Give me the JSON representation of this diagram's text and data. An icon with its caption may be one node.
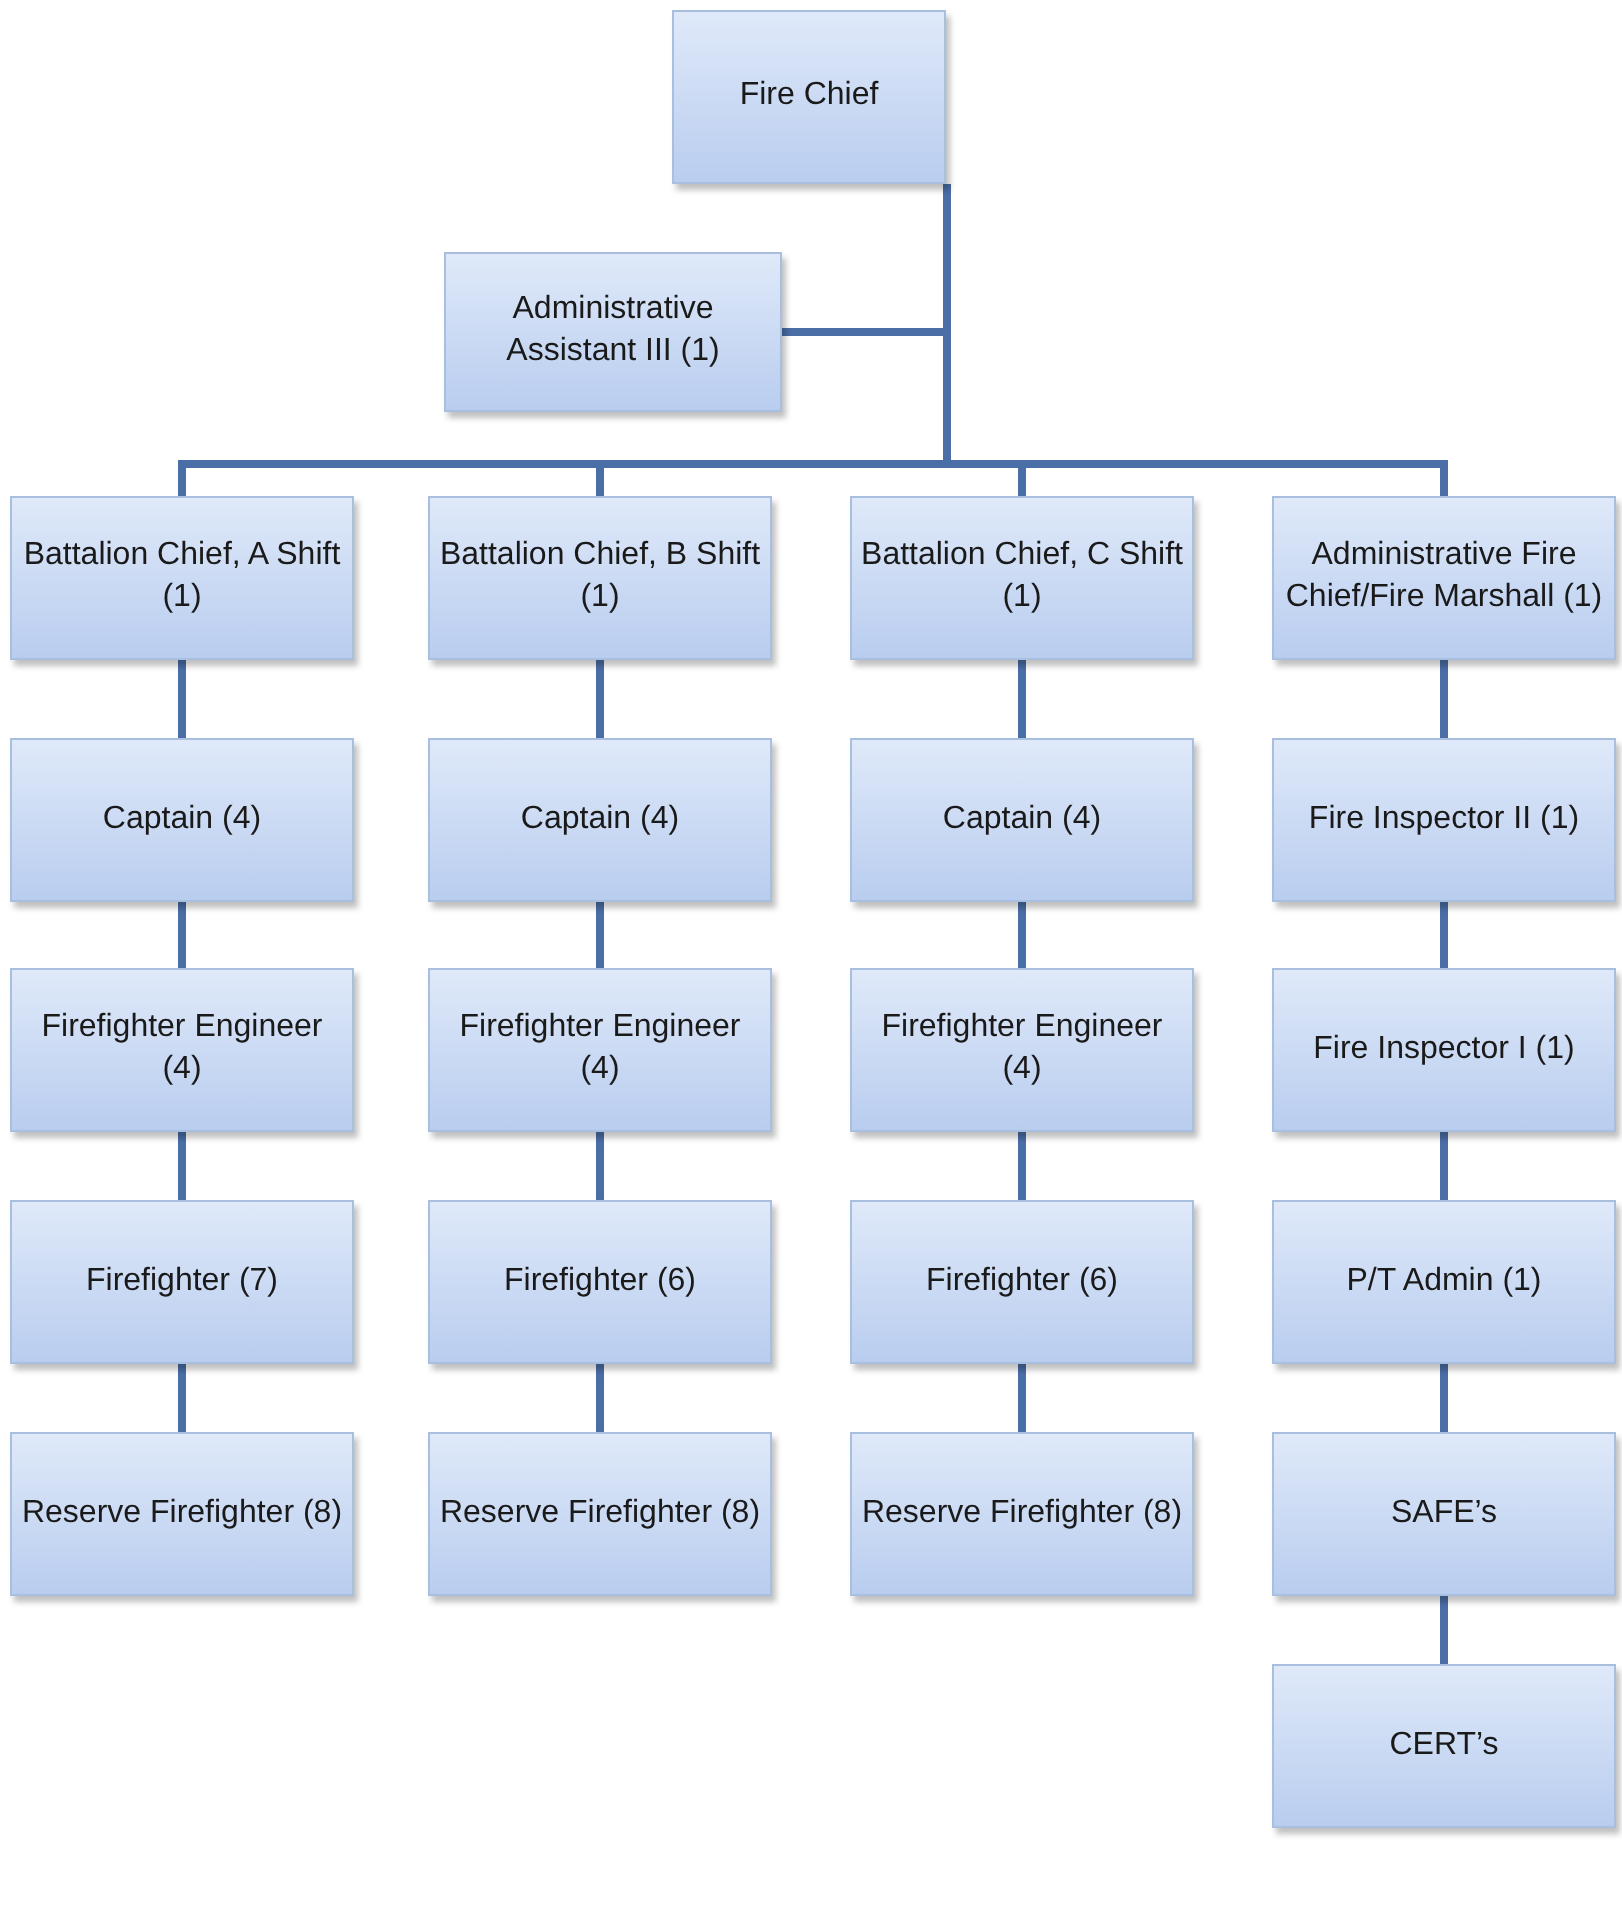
{
  "diagram": {
    "nodes": [
      {
        "text": [
          "Fire Chief"
        ]
      },
      {
        "text": [
          "Administrative Assistant III (1)"
        ]
      },
      {
        "text": [
          "Battalion Chief, A Shift (1)"
        ]
      },
      {
        "text": [
          "Battalion Chief, B Shift (1)"
        ]
      },
      {
        "text": [
          "Battalion Chief, C Shift (1)"
        ]
      },
      {
        "text": [
          "Administrative Fire Chief/Fire Marshall (1)"
        ]
      },
      {
        "text": [
          "Captain (4)"
        ]
      },
      {
        "text": [
          "Captain (4)"
        ]
      },
      {
        "text": [
          "Captain (4)"
        ]
      },
      {
        "text": [
          "Fire Inspector II (1)"
        ]
      },
      {
        "text": [
          "Firefighter Engineer (4)"
        ]
      },
      {
        "text": [
          "Firefighter Engineer (4)"
        ]
      },
      {
        "text": [
          "Firefighter Engineer (4)"
        ]
      },
      {
        "text": [
          "Fire Inspector I (1)"
        ]
      },
      {
        "text": [
          "Firefighter (7)"
        ]
      },
      {
        "text": [
          "Firefighter (6)"
        ]
      },
      {
        "text": [
          "Firefighter (6)"
        ]
      },
      {
        "text": [
          "P/T Admin (1)"
        ]
      },
      {
        "text": [
          "Reserve Firefighter (8)"
        ]
      },
      {
        "text": [
          "Reserve Firefighter (8)"
        ]
      },
      {
        "text": [
          "Reserve Firefighter (8)"
        ]
      },
      {
        "text": [
          "SAFE’s"
        ]
      },
      {
        "text": [
          "CERT’s"
        ]
      }
    ],
    "edges": [
      {
        "from": 0,
        "to": 1,
        "arrow": "none"
      },
      {
        "from": 0,
        "to": 2,
        "arrow": "none"
      },
      {
        "from": 0,
        "to": 3,
        "arrow": "none"
      },
      {
        "from": 0,
        "to": 4,
        "arrow": "none"
      },
      {
        "from": 0,
        "to": 5,
        "arrow": "none"
      },
      {
        "from": 2,
        "to": 6,
        "arrow": "none"
      },
      {
        "from": 3,
        "to": 7,
        "arrow": "none"
      },
      {
        "from": 4,
        "to": 8,
        "arrow": "none"
      },
      {
        "from": 5,
        "to": 9,
        "arrow": "none"
      },
      {
        "from": 6,
        "to": 10,
        "arrow": "none"
      },
      {
        "from": 7,
        "to": 11,
        "arrow": "none"
      },
      {
        "from": 8,
        "to": 12,
        "arrow": "none"
      },
      {
        "from": 9,
        "to": 13,
        "arrow": "none"
      },
      {
        "from": 10,
        "to": 14,
        "arrow": "none"
      },
      {
        "from": 11,
        "to": 15,
        "arrow": "none"
      },
      {
        "from": 12,
        "to": 16,
        "arrow": "none"
      },
      {
        "from": 13,
        "to": 17,
        "arrow": "none"
      },
      {
        "from": 14,
        "to": 18,
        "arrow": "none"
      },
      {
        "from": 15,
        "to": 19,
        "arrow": "none"
      },
      {
        "from": 16,
        "to": 20,
        "arrow": "none"
      },
      {
        "from": 17,
        "to": 21,
        "arrow": "none"
      },
      {
        "from": 21,
        "to": 22,
        "arrow": "none"
      }
    ]
  }
}
